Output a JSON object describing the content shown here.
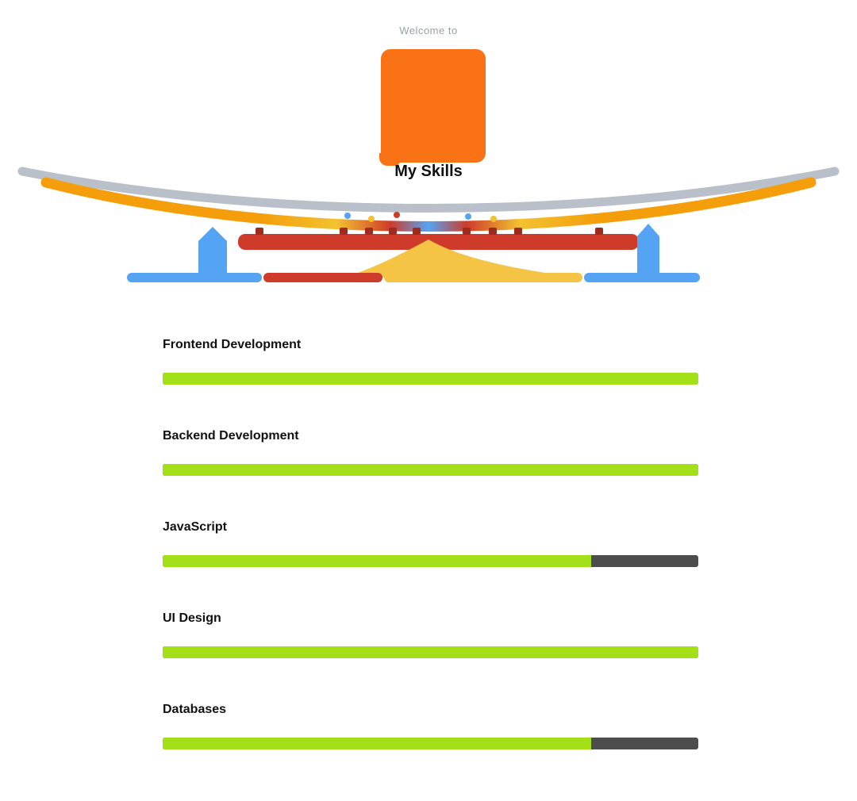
{
  "header": {
    "caption": "Welcome to",
    "title": "My Skills"
  },
  "illustration": {
    "name": "bridge-banner",
    "elements": [
      "cable",
      "orange-band",
      "red-deck",
      "deck-notches",
      "left-tower",
      "right-tower",
      "yellow-fan",
      "base-bar-blue-left",
      "base-bar-red",
      "base-bar-yellow",
      "base-bar-blue-right"
    ]
  },
  "skills": [
    {
      "label": "Frontend Development",
      "percent": 100
    },
    {
      "label": "Backend Development",
      "percent": 100
    },
    {
      "label": "JavaScript",
      "percent": 80
    },
    {
      "label": "UI Design",
      "percent": 100
    },
    {
      "label": "Databases",
      "percent": 80
    }
  ],
  "colors": {
    "logo": "#f97316",
    "bar_fill": "#a3e018",
    "bar_track": "#4d4d4d",
    "label_text": "#111111",
    "caption_text": "#9aa0a6",
    "cable": "#b9c0c9",
    "band_orange": "#f59e0b",
    "band_gold": "#f2c230",
    "deck_red": "#cf3b2a",
    "deck_notch": "#9e2b1e",
    "accent_blue": "#55a4f3",
    "accent_yellow": "#f6c445",
    "page_bg": "#ffffff"
  }
}
